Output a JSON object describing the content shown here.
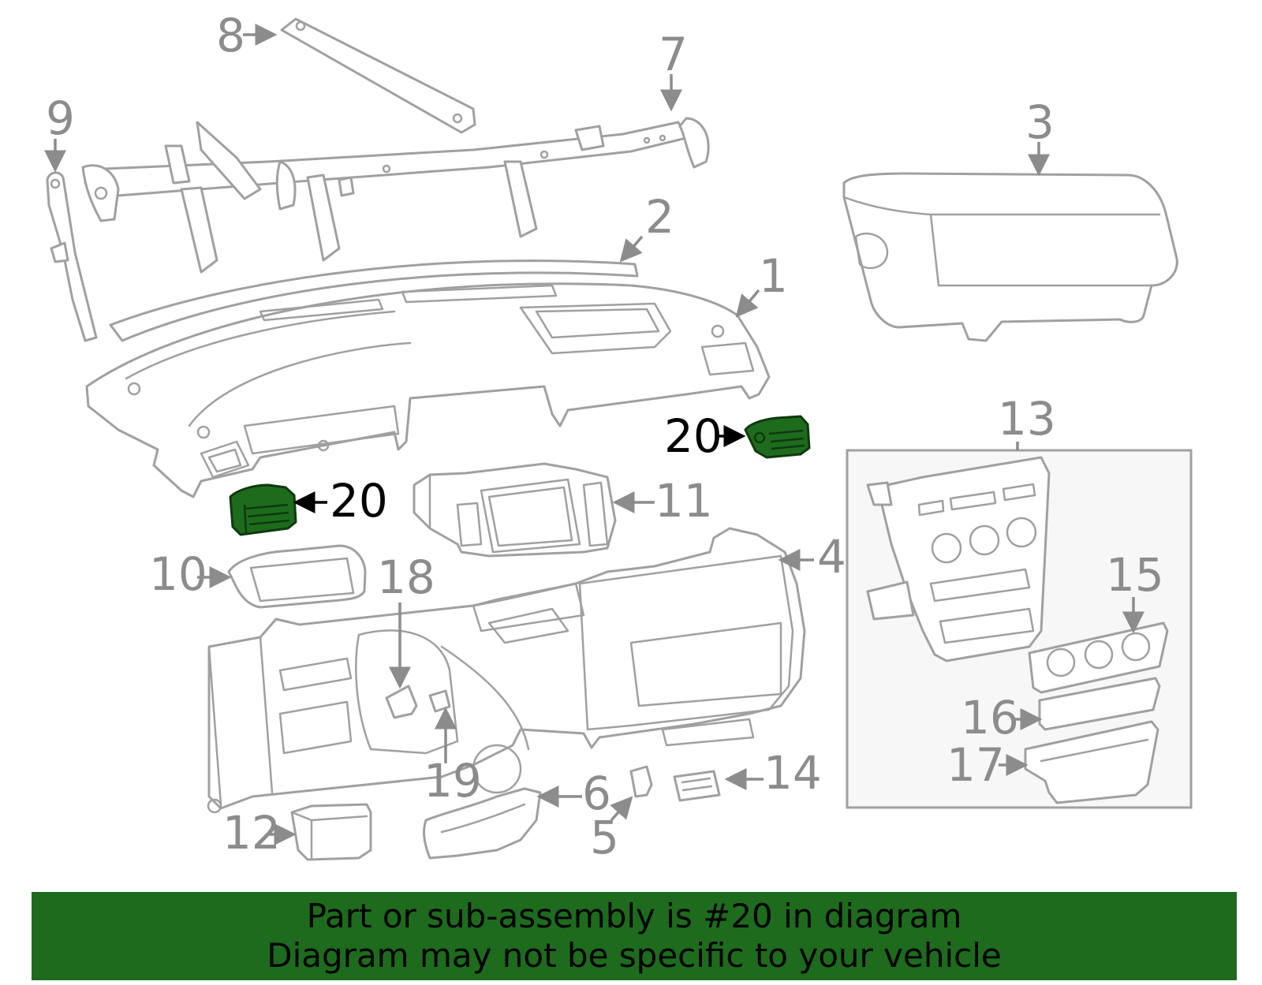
{
  "colors": {
    "banner_background": "#1e6b1e",
    "highlight_part": "#1e6b1e",
    "outline": "#a0a0a0",
    "callout_text": "#8c8c8c",
    "highlight_text": "#000000"
  },
  "callouts": [
    "1",
    "2",
    "3",
    "4",
    "5",
    "6",
    "7",
    "8",
    "9",
    "10",
    "11",
    "12",
    "13",
    "14",
    "15",
    "16",
    "17",
    "18",
    "19"
  ],
  "highlight_callouts": [
    "20",
    "20"
  ],
  "banner": {
    "line1": "Part or sub-assembly is #20 in diagram",
    "line2": "Diagram may not be specific to your vehicle"
  }
}
